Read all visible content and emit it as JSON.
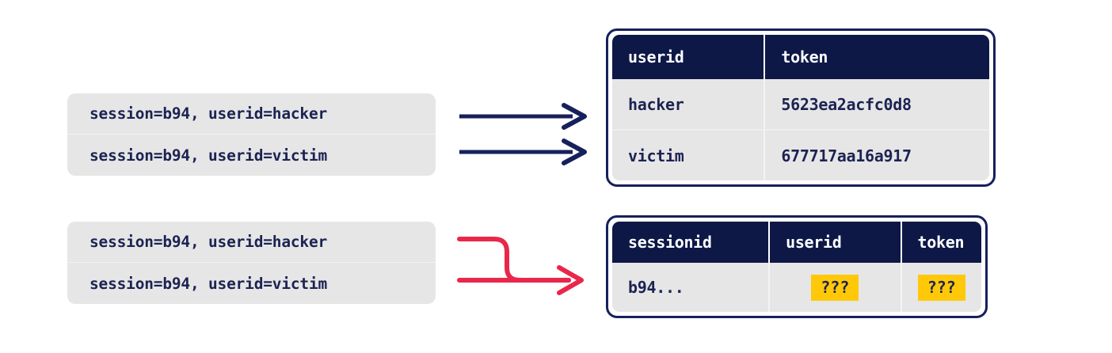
{
  "colors": {
    "navy": "#0d1847",
    "navy_border": "#16205c",
    "text_navy": "#1c2352",
    "red": "#e8274b",
    "highlight_yellow": "#ffc808",
    "box_gray": "#e6e6e6",
    "page_background": "#ffffff"
  },
  "requests": {
    "top_box": {
      "rows": [
        "session=b94, userid=hacker",
        "session=b94, userid=victim"
      ]
    },
    "bottom_box": {
      "rows": [
        "session=b94, userid=hacker",
        "session=b94, userid=victim"
      ]
    }
  },
  "arrows": {
    "top": [
      {
        "name": "arrow-hacker-to-table",
        "style": "straight",
        "color": "#16205c"
      },
      {
        "name": "arrow-victim-to-table",
        "style": "straight",
        "color": "#16205c"
      }
    ],
    "bottom": [
      {
        "name": "arrow-merge-to-session-table",
        "style": "merge-curved",
        "color": "#e8274b"
      }
    ]
  },
  "table_one": {
    "headers": [
      "userid",
      "token"
    ],
    "rows": [
      [
        "hacker",
        "5623ea2acfc0d8"
      ],
      [
        "victim",
        "677717aa16a917"
      ]
    ]
  },
  "table_two": {
    "headers": [
      "sessionid",
      "userid",
      "token"
    ],
    "rows": [
      [
        "b94...",
        "???",
        "???"
      ]
    ]
  }
}
